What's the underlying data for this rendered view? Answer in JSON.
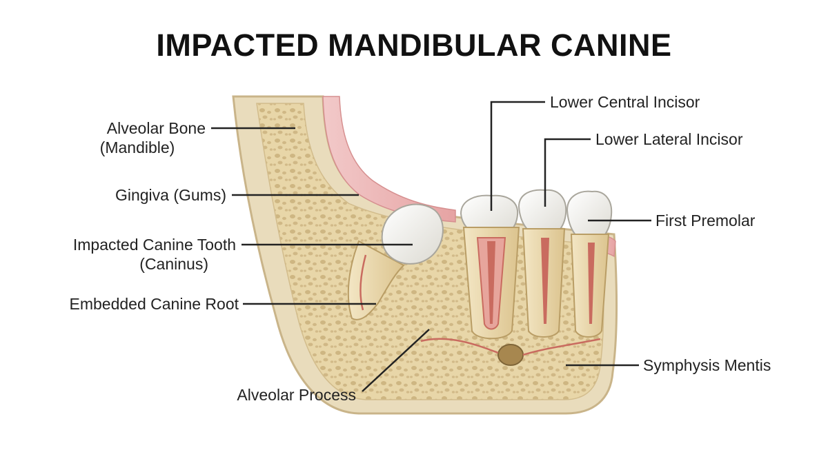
{
  "title": "IMPACTED MANDIBULAR CANINE",
  "labels": {
    "alveolar_bone": [
      "Alveolar Bone",
      "(Mandible)"
    ],
    "gingiva": "Gingiva (Gums)",
    "impacted_canine": [
      "Impacted Canine Tooth",
      "(Caninus)"
    ],
    "embedded_root": "Embedded Canine Root",
    "alveolar_process": "Alveolar Process",
    "central_incisor": "Lower Central Incisor",
    "lateral_incisor": "Lower Lateral Incisor",
    "first_premolar": "First Premolar",
    "symphysis": "Symphysis Mentis"
  },
  "colors": {
    "bone": "#e9dcbc",
    "bone_edge": "#c9b489",
    "trabecular": "#e3cf9f",
    "gum": "#eab3b3",
    "enamel": "#f7f6f1",
    "root": "#eedfb7",
    "pulp": "#c96b5f"
  }
}
